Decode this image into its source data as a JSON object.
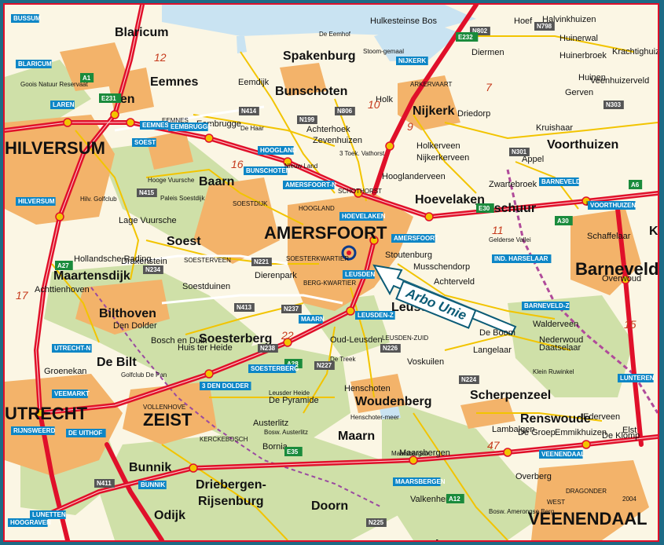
{
  "colors": {
    "background": "#fbf6e4",
    "forest": "#cfe0a8",
    "urban": "#f3b36a",
    "water": "#c9e3f2",
    "motorway": "#e0102a",
    "main_road": "#f2c400",
    "route_sign": "#0d86c6",
    "frame": "#e0102a",
    "callout": "#0b5b76"
  },
  "callout": {
    "text": "Arbo Unie",
    "icon": "location-ring-icon"
  },
  "places_big": [
    {
      "name": "AMERSFOORT"
    },
    {
      "name": "HILVERSUM"
    },
    {
      "name": "UTRECHT"
    },
    {
      "name": "ZEIST"
    },
    {
      "name": "VEENENDAAL"
    },
    {
      "name": "Barneveld"
    }
  ],
  "places_med": [
    {
      "name": "Blaricum"
    },
    {
      "name": "Laren"
    },
    {
      "name": "Eemnes"
    },
    {
      "name": "Spakenburg"
    },
    {
      "name": "Bunschoten"
    },
    {
      "name": "Nijkerk"
    },
    {
      "name": "Baarn"
    },
    {
      "name": "Soest"
    },
    {
      "name": "Hoevelaken"
    },
    {
      "name": "Voorthuizen"
    },
    {
      "name": "Bilthoven"
    },
    {
      "name": "De Bilt"
    },
    {
      "name": "Soesterberg"
    },
    {
      "name": "Woudenberg"
    },
    {
      "name": "Scherpenzeel"
    },
    {
      "name": "Renswoude"
    },
    {
      "name": "Driebergen-"
    },
    {
      "name": "Rijsenburg"
    },
    {
      "name": "Doorn"
    },
    {
      "name": "Maarn"
    },
    {
      "name": "Leusden"
    },
    {
      "name": "Maartensdijk"
    },
    {
      "name": "Bunnik"
    },
    {
      "name": "Odijk"
    },
    {
      "name": "Leersum"
    },
    {
      "name": "Terschuur"
    },
    {
      "name": "Ko"
    }
  ],
  "places_small": [
    {
      "name": "Hulkesteinse Bos"
    },
    {
      "name": "Huinerwal"
    },
    {
      "name": "Huinerbroek"
    },
    {
      "name": "Holk"
    },
    {
      "name": "Driedorp"
    },
    {
      "name": "Kruishaar"
    },
    {
      "name": "Appel"
    },
    {
      "name": "Achterhoek"
    },
    {
      "name": "Zevenhuizen"
    },
    {
      "name": "Holkerveen"
    },
    {
      "name": "Nijkerkerveen"
    },
    {
      "name": "Hooglanderveen"
    },
    {
      "name": "Zwartebroek"
    },
    {
      "name": "Stoutenburg"
    },
    {
      "name": "Musschendorp"
    },
    {
      "name": "Achterveld"
    },
    {
      "name": "Lage Vuursche"
    },
    {
      "name": "Eembrugge"
    },
    {
      "name": "Eemdijk"
    },
    {
      "name": "Soestduinen"
    },
    {
      "name": "Den Dolder"
    },
    {
      "name": "Bosch en Duin"
    },
    {
      "name": "Huis ter Heide"
    },
    {
      "name": "Groenekan"
    },
    {
      "name": "Austerlitz"
    },
    {
      "name": "De Pyramide"
    },
    {
      "name": "Voskuilen"
    },
    {
      "name": "Oud-Leusden"
    },
    {
      "name": "Lambalgen"
    },
    {
      "name": "De Groep"
    },
    {
      "name": "Emmikhuizen"
    },
    {
      "name": "De Klomp"
    },
    {
      "name": "Ederveen"
    },
    {
      "name": "Maarsbergen"
    },
    {
      "name": "Overberg"
    },
    {
      "name": "Valkenheide"
    },
    {
      "name": "Hollandsche Rading"
    },
    {
      "name": "Achttienhoven"
    },
    {
      "name": "Walderveen"
    },
    {
      "name": "Nederwoud"
    },
    {
      "name": "Daatselaar"
    },
    {
      "name": "De Boom"
    },
    {
      "name": "Langelaar"
    },
    {
      "name": "Gerven"
    },
    {
      "name": "Huinen"
    },
    {
      "name": "Hoef"
    },
    {
      "name": "Halvinkhuizen"
    },
    {
      "name": "Diermen"
    },
    {
      "name": "Drakenstein"
    },
    {
      "name": "Dierenpark"
    },
    {
      "name": "Veenhuizerveld"
    },
    {
      "name": "Krachtighuizen"
    },
    {
      "name": "Overwoud"
    },
    {
      "name": "Henschoten"
    },
    {
      "name": "Bornia"
    },
    {
      "name": "Schaffelaar"
    },
    {
      "name": "Elst"
    }
  ],
  "places_tiny": [
    {
      "name": "SOESTERVEEN"
    },
    {
      "name": "SOESTERKWARTIER"
    },
    {
      "name": "BERG-KWARTIER"
    },
    {
      "name": "LEUSDEN-ZUID"
    },
    {
      "name": "SCHOTHORST"
    },
    {
      "name": "HOOGLAND"
    },
    {
      "name": "KERCKEBOSCH"
    },
    {
      "name": "VOLLENHOVE"
    },
    {
      "name": "EEMNES"
    },
    {
      "name": "SOESTDIJK"
    },
    {
      "name": "ARKERVAART"
    },
    {
      "name": "HARSELAAR"
    },
    {
      "name": "Goois Natuur Reservaat"
    },
    {
      "name": "Leusder Heide"
    },
    {
      "name": "Bosw. Austerlitz"
    },
    {
      "name": "De Treek"
    },
    {
      "name": "Gelderse Vallei"
    },
    {
      "name": "Klein Ruwinkel"
    },
    {
      "name": "Bosw. Amerongse Berg"
    },
    {
      "name": "DRAGONDER"
    },
    {
      "name": "WEST"
    },
    {
      "name": "De Haar"
    },
    {
      "name": "Maarsbergen"
    }
  ],
  "region_numbers": [
    {
      "text": "12"
    },
    {
      "text": "10"
    },
    {
      "text": "9"
    },
    {
      "text": "16"
    },
    {
      "text": "11"
    },
    {
      "text": "22"
    },
    {
      "text": "47"
    },
    {
      "text": "15"
    },
    {
      "text": "17"
    },
    {
      "text": "7"
    }
  ],
  "road_numbers": [
    {
      "text": "N414"
    },
    {
      "text": "N806"
    },
    {
      "text": "N199"
    },
    {
      "text": "N221"
    },
    {
      "text": "N415"
    },
    {
      "text": "N227"
    },
    {
      "text": "N226"
    },
    {
      "text": "N224"
    },
    {
      "text": "N234"
    },
    {
      "text": "N413"
    },
    {
      "text": "N237"
    },
    {
      "text": "N238"
    },
    {
      "text": "N225"
    },
    {
      "text": "N301"
    },
    {
      "text": "N303"
    },
    {
      "text": "N798"
    },
    {
      "text": "N802"
    },
    {
      "text": "N411"
    }
  ],
  "route_shields": [
    {
      "text": "A1"
    },
    {
      "text": "A27"
    },
    {
      "text": "A28"
    },
    {
      "text": "A12"
    },
    {
      "text": "A30"
    },
    {
      "text": "E30"
    },
    {
      "text": "E35"
    },
    {
      "text": "E231"
    },
    {
      "text": "E232"
    },
    {
      "text": "A6"
    }
  ],
  "exits": [
    {
      "text": "BUSSUM"
    },
    {
      "text": "BLARICUM"
    },
    {
      "text": "LAREN"
    },
    {
      "text": "EEMNES"
    },
    {
      "text": "EEMBRUGGE"
    },
    {
      "text": "SOEST"
    },
    {
      "text": "HILVERSUM"
    },
    {
      "text": "BUNSCHOTEN"
    },
    {
      "text": "AMERSFOORT-N"
    },
    {
      "text": "NIJKERK"
    },
    {
      "text": "HOEVELAKEN"
    },
    {
      "text": "BARNEVELD"
    },
    {
      "text": "VOORTHUIZEN"
    },
    {
      "text": "IND. HARSELAAR"
    },
    {
      "text": "BARNEVELD-Z"
    },
    {
      "text": "LEUSDEN"
    },
    {
      "text": "LEUSDEN-Z"
    },
    {
      "text": "MAARN"
    },
    {
      "text": "SOESTERBERG"
    },
    {
      "text": "3 DEN DOLDER"
    },
    {
      "text": "UTRECHT-N"
    },
    {
      "text": "VEEMARKT"
    },
    {
      "text": "DE UITHOF"
    },
    {
      "text": "BUNNIK"
    },
    {
      "text": "LUNETTEN"
    },
    {
      "text": "HOOGRAVEN"
    },
    {
      "text": "MAARSBERGEN"
    },
    {
      "text": "VEENENDAAL"
    },
    {
      "text": "LUNTEREN"
    },
    {
      "text": "AMERSFOORT"
    },
    {
      "text": "RIJNSWEERD"
    },
    {
      "text": "HOOGLAND"
    }
  ],
  "landmarks": [
    {
      "text": "Stoom-gemaal"
    },
    {
      "text": "De Eemhof"
    },
    {
      "text": "3 Toek. Vathorst"
    },
    {
      "text": "Hilv. Golfclub"
    },
    {
      "text": "Paleis Soestdijk"
    },
    {
      "text": "Hooge Vuursche"
    },
    {
      "text": "Golfclub De Pan"
    },
    {
      "text": "Henschoter-meer"
    },
    {
      "text": "Nieuw Land"
    },
    {
      "text": "2004"
    }
  ]
}
